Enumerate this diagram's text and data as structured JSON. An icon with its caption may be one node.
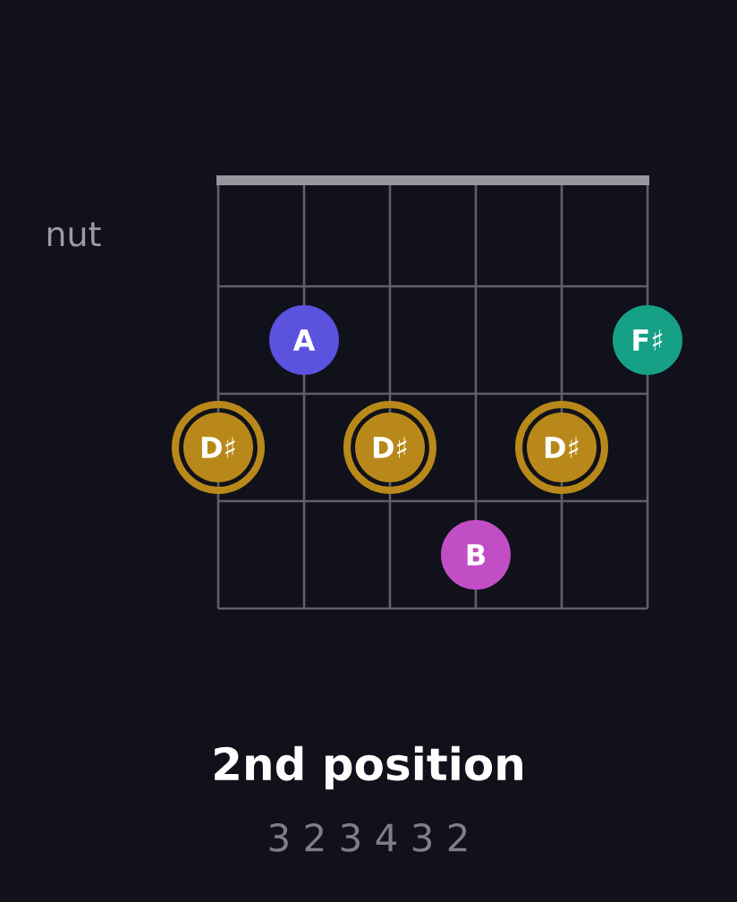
{
  "diagram": {
    "title": "2nd position",
    "nodes": [
      {
        "text": [
          "A"
        ]
      },
      {
        "text": [
          "F♯"
        ]
      },
      {
        "text": [
          "D♯"
        ]
      },
      {
        "text": [
          "D♯"
        ]
      },
      {
        "text": [
          "D♯"
        ]
      },
      {
        "text": [
          "B"
        ]
      }
    ],
    "labels": [
      "nut",
      "3 2 3 4 3 2"
    ]
  }
}
